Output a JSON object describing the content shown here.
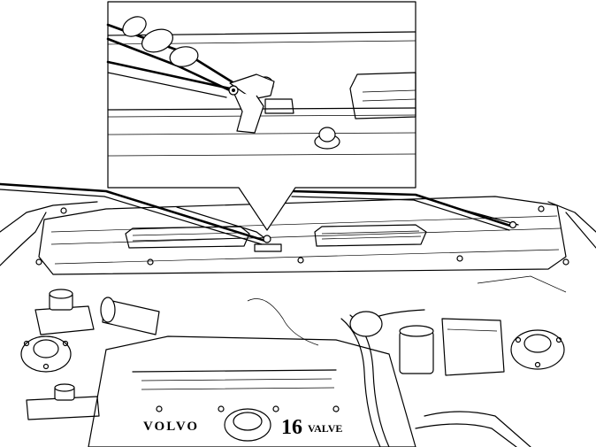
{
  "figure": {
    "engine_cover_brand": "VOLVO",
    "engine_cover_valves_number": "16",
    "engine_cover_valves_word": "VALVE",
    "colors": {
      "line": "#000000",
      "background": "#ffffff"
    },
    "icons": [
      "wiper-arm-icon",
      "pliers-icon",
      "wiper-nut-icon",
      "engine-cover-icon"
    ]
  }
}
